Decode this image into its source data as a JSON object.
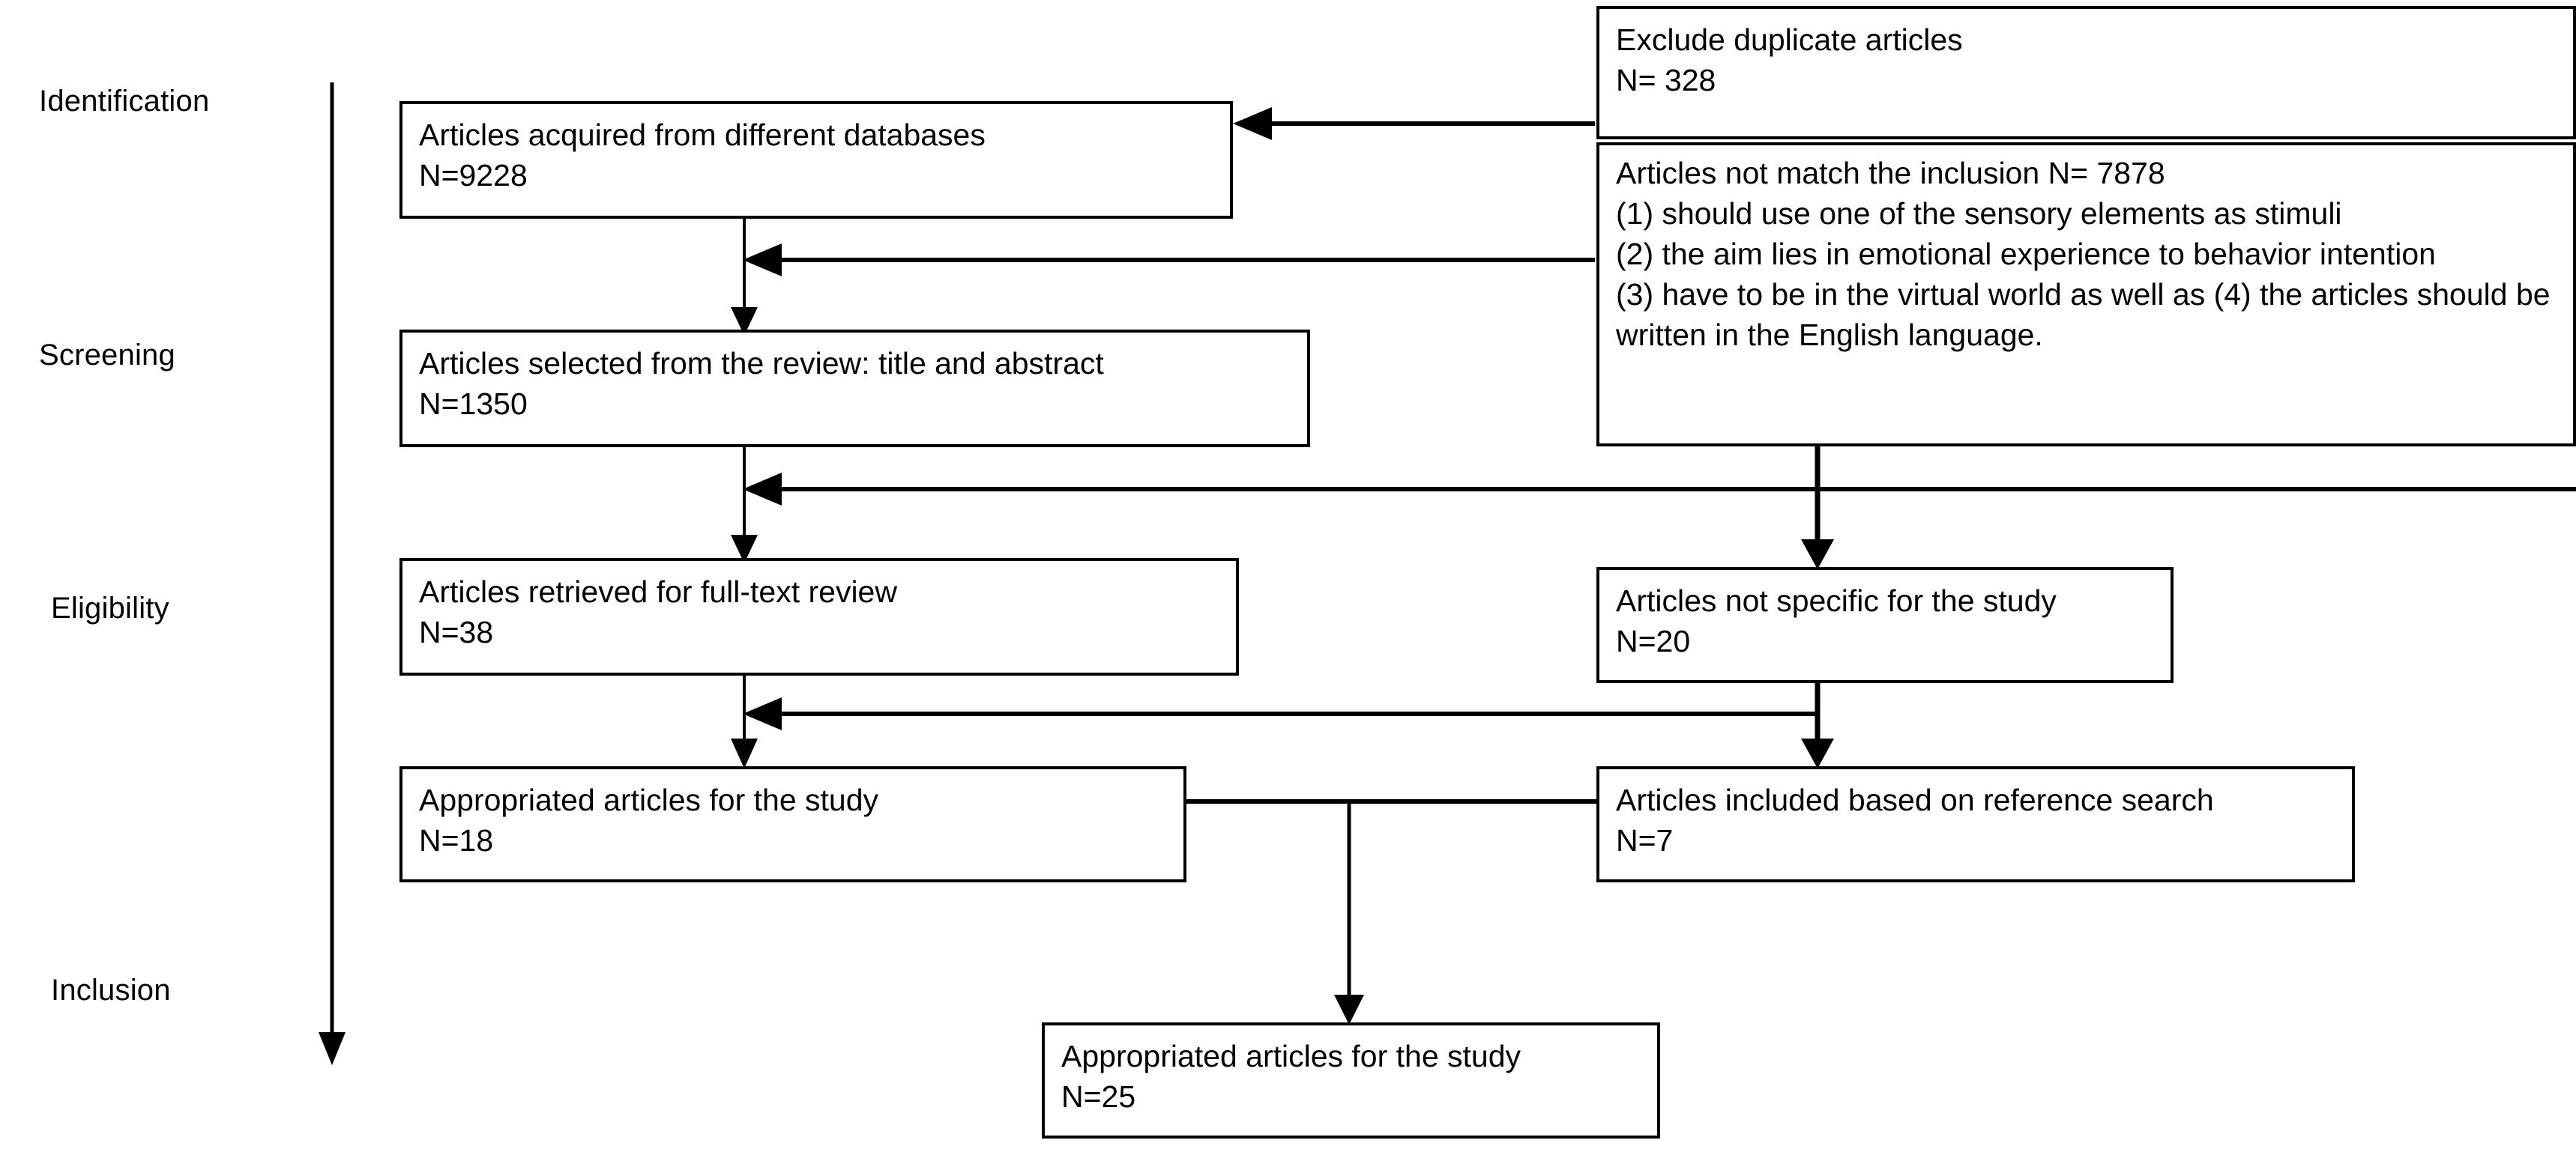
{
  "diagram": {
    "title": "PRISMA article selection flow diagram",
    "line_color": "#000000",
    "background_color": "#ffffff"
  },
  "stages": [
    {
      "id": "identification",
      "label": "Identification"
    },
    {
      "id": "screening",
      "label": "Screening"
    },
    {
      "id": "eligibility",
      "label": "Eligibility"
    },
    {
      "id": "inclusion",
      "label": "Inclusion"
    }
  ],
  "boxes": {
    "acquired": {
      "line1": "Articles acquired from different databases",
      "line2": "N=9228"
    },
    "duplicates": {
      "line1": "Exclude duplicate articles",
      "line2": "N= 328"
    },
    "not_match": {
      "line1": "Articles not match the inclusion N= 7878",
      "line2": "(1) should use one of the sensory elements as stimuli",
      "line3": "(2) the aim lies in emotional experience to behavior intention",
      "line4": "(3) have to be in the virtual world as well as (4) the articles should be written in the English language."
    },
    "selected": {
      "line1": "Articles selected from the review: title and abstract",
      "line2": "N=1350"
    },
    "retrieved": {
      "line1": "Articles retrieved for full-text review",
      "line2": "N=38"
    },
    "not_specific": {
      "line1": "Articles not specific for the study",
      "line2": "N=20"
    },
    "appropriated_18": {
      "line1": "Appropriated articles for the study",
      "line2": "N=18"
    },
    "reference_search": {
      "line1": "Articles included based on reference search",
      "line2": "N=7"
    },
    "appropriated_25": {
      "line1": "Appropriated articles for the study",
      "line2": "N=25"
    }
  }
}
